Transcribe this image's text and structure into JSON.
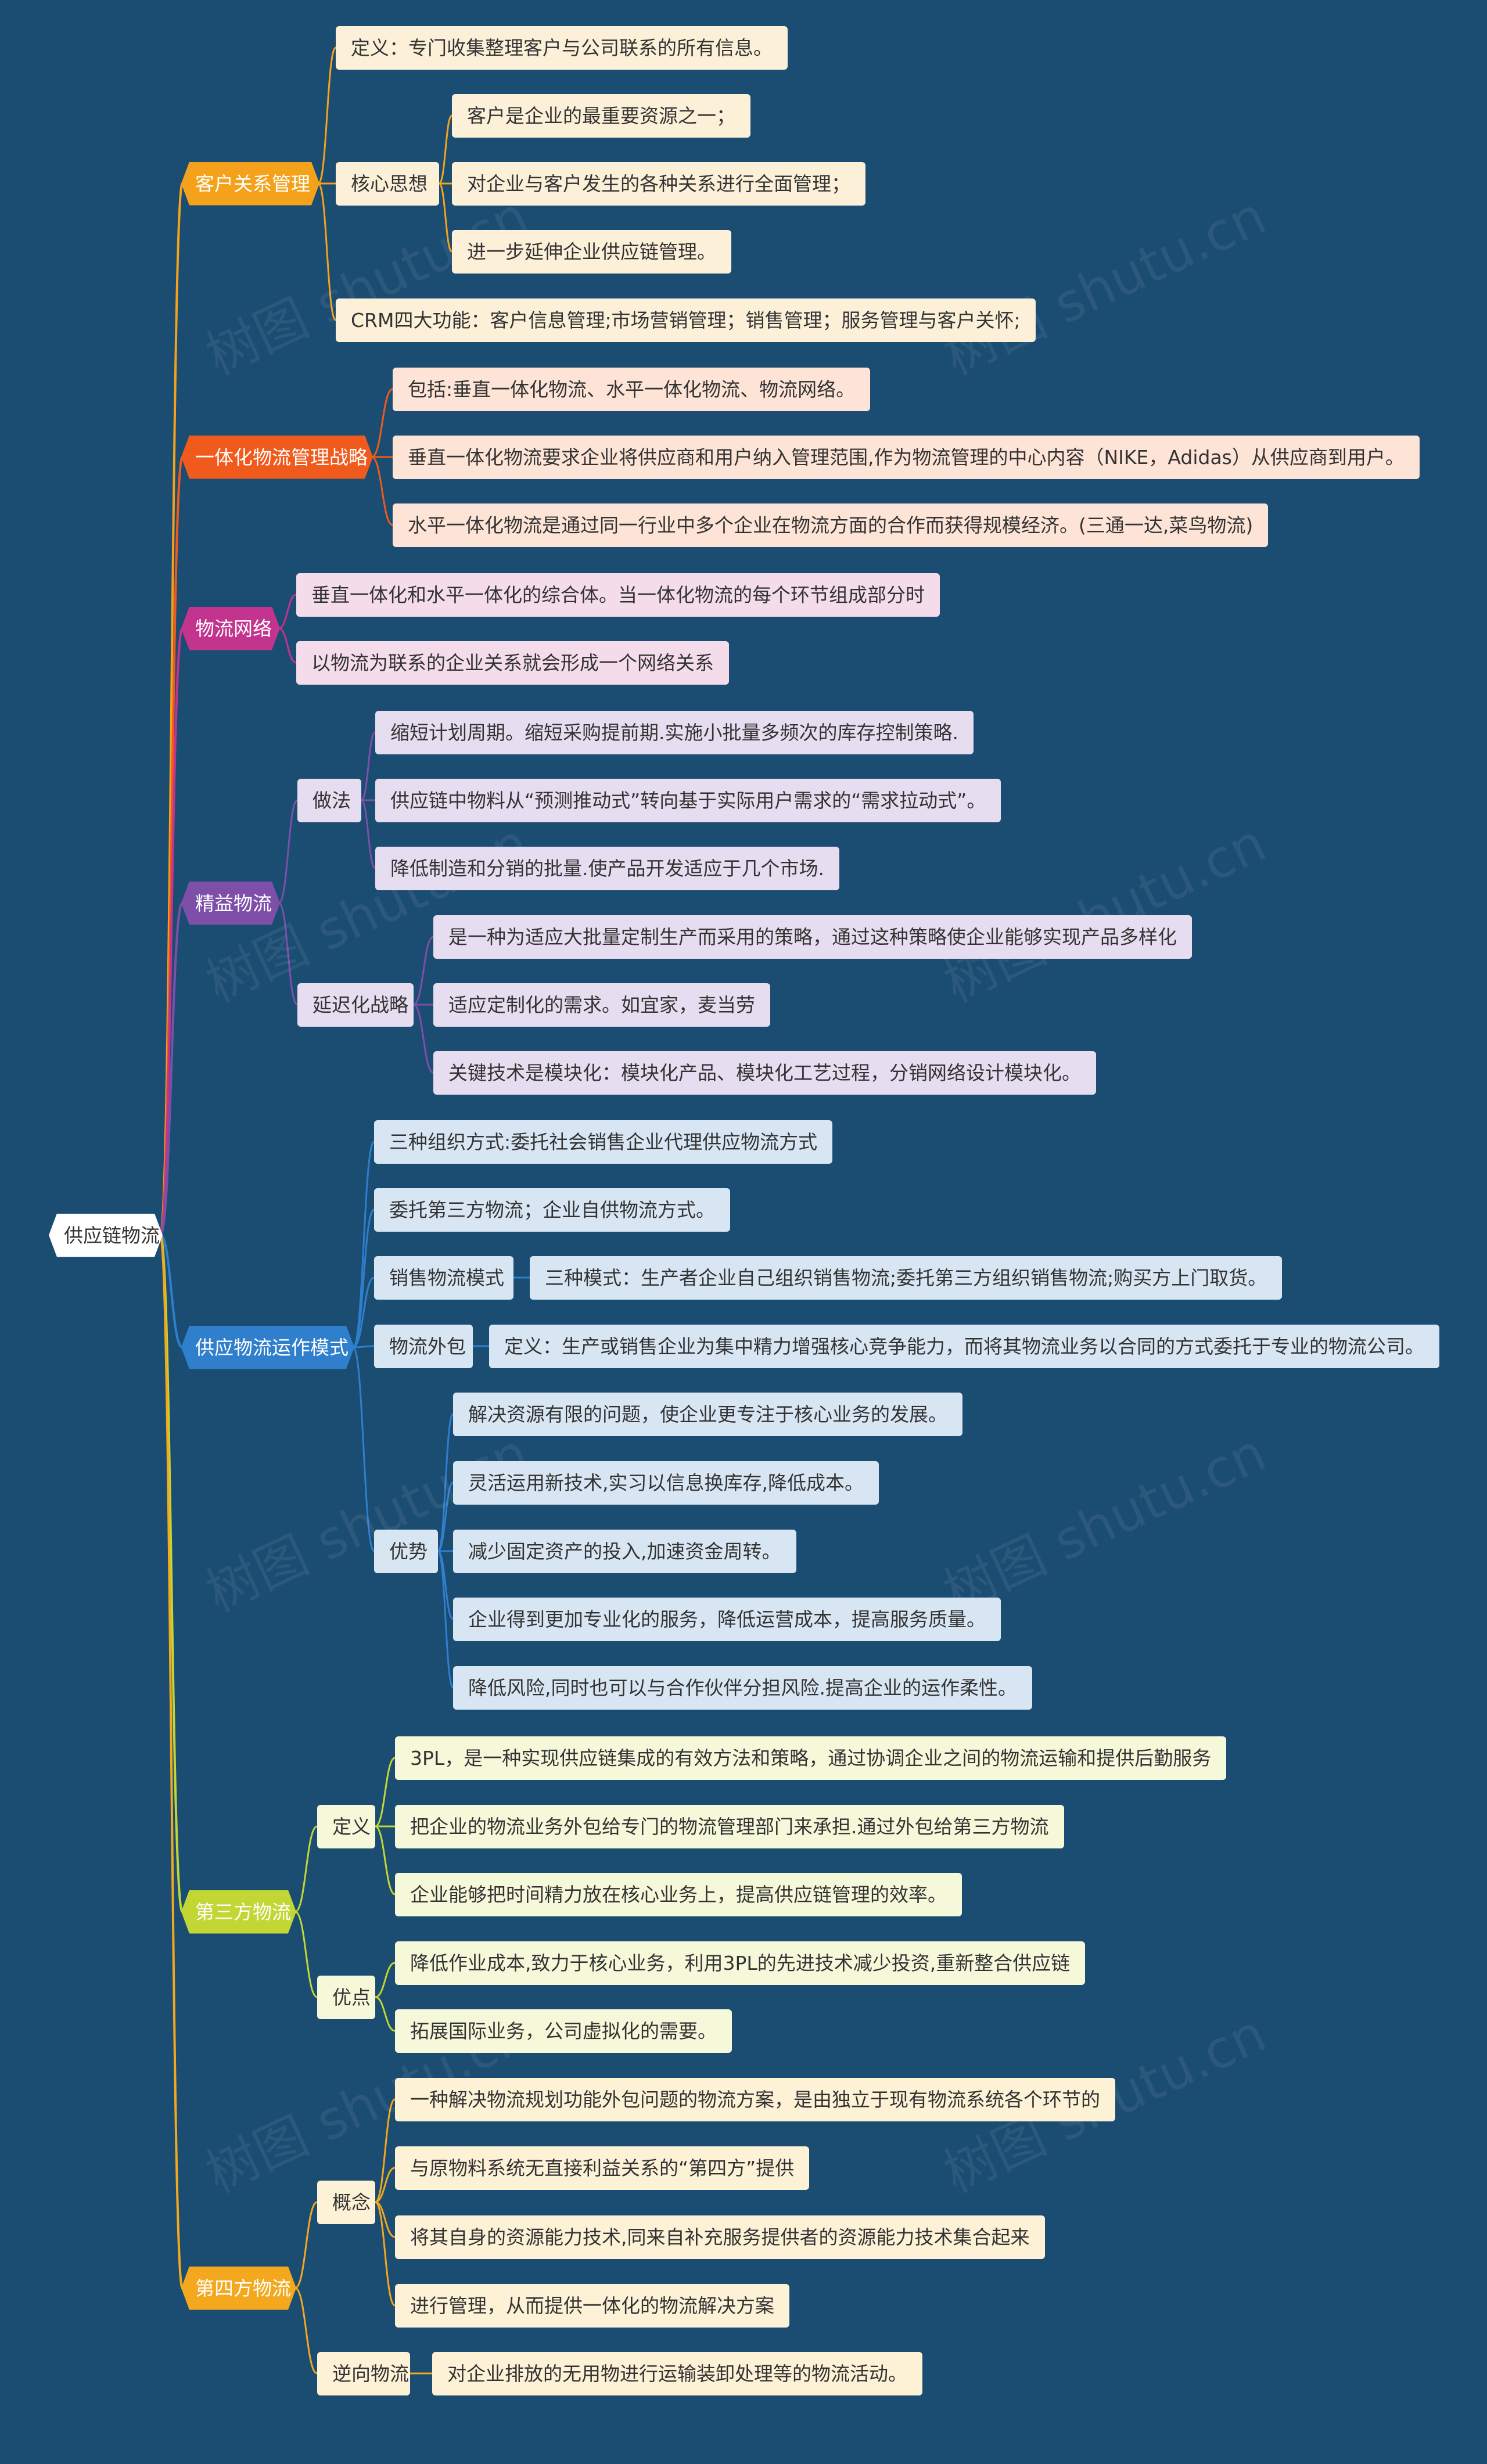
{
  "root": {
    "label": "供应链物流"
  },
  "branches": [
    {
      "id": "b1",
      "label": "客户关系管理",
      "color": "#f4a21c",
      "leafBg": "#fdf0d8",
      "children": [
        {
          "label": "定义：专门收集整理客户与公司联系的所有信息。"
        },
        {
          "label": "核心思想",
          "children": [
            {
              "label": "客户是企业的最重要资源之一；"
            },
            {
              "label": "对企业与客户发生的各种关系进行全面管理；"
            },
            {
              "label": "进一步延伸企业供应链管理。"
            }
          ]
        },
        {
          "label": "CRM四大功能：客户信息管理;市场营销管理；销售管理；服务管理与客户关怀;"
        }
      ]
    },
    {
      "id": "b2",
      "label": "一体化物流管理战略",
      "color": "#f05a1c",
      "leafBg": "#fde4d6",
      "children": [
        {
          "label": "包括:垂直一体化物流、水平一体化物流、物流网络。"
        },
        {
          "label": "垂直一体化物流要求企业将供应商和用户纳入管理范围,作为物流管理的中心内容（NIKE，Adidas）从供应商到用户。"
        },
        {
          "label": "水平一体化物流是通过同一行业中多个企业在物流方面的合作而获得规模经济。(三通一达,菜鸟物流)"
        }
      ]
    },
    {
      "id": "b3",
      "label": "物流网络",
      "color": "#c2348e",
      "leafBg": "#f5dceb",
      "children": [
        {
          "label": "垂直一体化和水平一体化的综合体。当一体化物流的每个环节组成部分时"
        },
        {
          "label": "以物流为联系的企业关系就会形成一个网络关系"
        }
      ]
    },
    {
      "id": "b4",
      "label": "精益物流",
      "color": "#7d4fa8",
      "leafBg": "#e6def0",
      "children": [
        {
          "label": "做法",
          "children": [
            {
              "label": "缩短计划周期。缩短采购提前期.实施小批量多频次的库存控制策略."
            },
            {
              "label": "供应链中物料从“预测推动式”转向基于实际用户需求的“需求拉动式”。"
            },
            {
              "label": "降低制造和分销的批量.使产品开发适应于几个市场."
            }
          ]
        },
        {
          "label": "延迟化战略",
          "children": [
            {
              "label": "是一种为适应大批量定制生产而采用的策略，通过这种策略使企业能够实现产品多样化"
            },
            {
              "label": "适应定制化的需求。如宜家，麦当劳"
            },
            {
              "label": "关键技术是模块化：模块化产品、模块化工艺过程，分销网络设计模块化。"
            }
          ]
        }
      ]
    },
    {
      "id": "b5",
      "label": "供应物流运作模式",
      "color": "#2f7fcd",
      "leafBg": "#d8e6f4",
      "children": [
        {
          "label": "三种组织方式:委托社会销售企业代理供应物流方式"
        },
        {
          "label": "委托第三方物流；企业自供物流方式。"
        },
        {
          "label": "销售物流模式",
          "children": [
            {
              "label": "三种模式：生产者企业自己组织销售物流;委托第三方组织销售物流;购买方上门取货。"
            }
          ]
        },
        {
          "label": "物流外包",
          "children": [
            {
              "label": "定义：生产或销售企业为集中精力增强核心竞争能力，而将其物流业务以合同的方式委托于专业的物流公司。"
            }
          ]
        },
        {
          "label": "优势",
          "children": [
            {
              "label": "解决资源有限的问题，使企业更专注于核心业务的发展。"
            },
            {
              "label": "灵活运用新技术,实习以信息换库存,降低成本。"
            },
            {
              "label": "减少固定资产的投入,加速资金周转。"
            },
            {
              "label": "企业得到更加专业化的服务，降低运营成本，提高服务质量。"
            },
            {
              "label": "降低风险,同时也可以与合作伙伴分担风险.提高企业的运作柔性。"
            }
          ]
        }
      ]
    },
    {
      "id": "b6",
      "label": "第三方物流",
      "color": "#c2d634",
      "leafBg": "#f6f8da",
      "children": [
        {
          "label": "定义",
          "children": [
            {
              "label": "3PL，是一种实现供应链集成的有效方法和策略，通过协调企业之间的物流运输和提供后勤服务"
            },
            {
              "label": "把企业的物流业务外包给专门的物流管理部门来承担.通过外包给第三方物流"
            },
            {
              "label": "企业能够把时间精力放在核心业务上，提高供应链管理的效率。"
            }
          ]
        },
        {
          "label": "优点",
          "children": [
            {
              "label": "降低作业成本,致力于核心业务，利用3PL的先进技术减少投资,重新整合供应链"
            },
            {
              "label": "拓展国际业务，公司虚拟化的需要。"
            }
          ]
        }
      ]
    },
    {
      "id": "b7",
      "label": "第四方物流",
      "color": "#f3a81e",
      "leafBg": "#fdf1d6",
      "children": [
        {
          "label": "概念",
          "children": [
            {
              "label": "一种解决物流规划功能外包问题的物流方案，是由独立于现有物流系统各个环节的"
            },
            {
              "label": "与原物料系统无直接利益关系的“第四方”提供"
            },
            {
              "label": "将其自身的资源能力技术,同来自补充服务提供者的资源能力技术集合起来"
            },
            {
              "label": "进行管理，从而提供一体化的物流解决方案"
            }
          ]
        },
        {
          "label": "逆向物流",
          "children": [
            {
              "label": "对企业排放的无用物进行运输装卸处理等的物流活动。"
            }
          ]
        }
      ]
    }
  ]
}
